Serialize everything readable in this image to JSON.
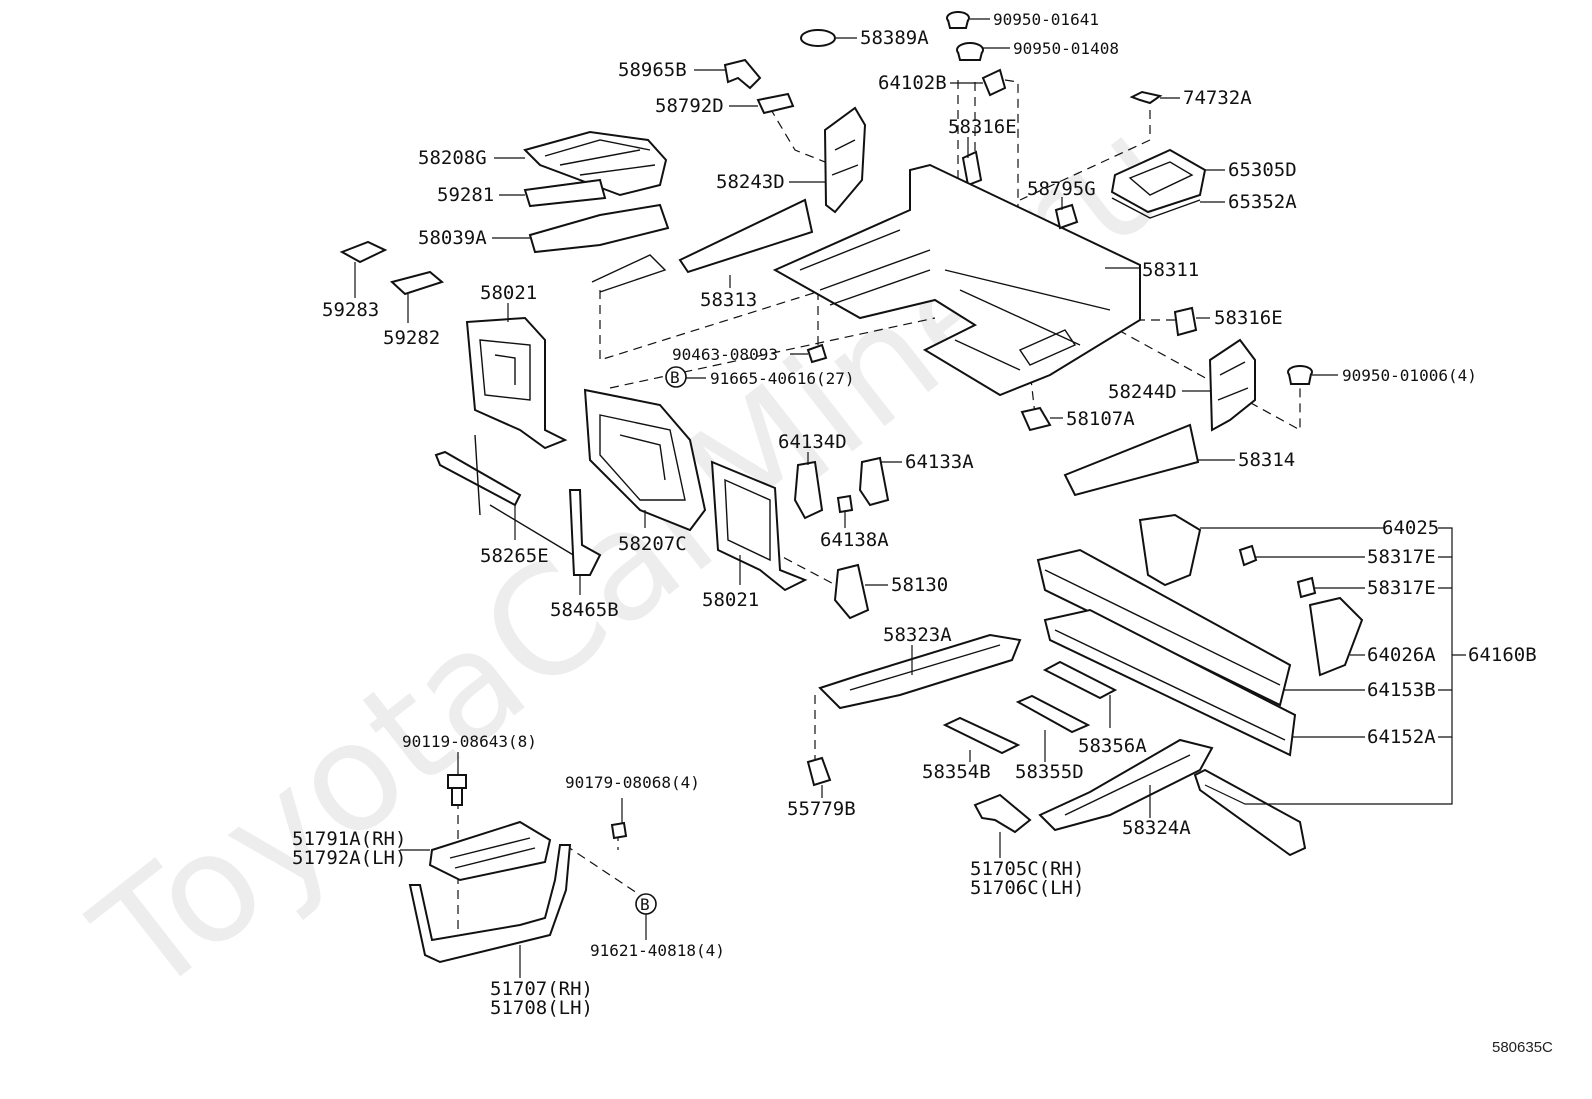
{
  "watermark": "ToyotaCarMine.ru",
  "drawing_code": "580635C",
  "callout_symbol": "B",
  "labels": {
    "p58389A": "58389A",
    "p90950_01641": "90950-01641",
    "p90950_01408": "90950-01408",
    "p58965B": "58965B",
    "p64102B": "64102B",
    "p58792D": "58792D",
    "p74732A": "74732A",
    "p58316E_top": "58316E",
    "p58208G": "58208G",
    "p65305D": "65305D",
    "p58243D": "58243D",
    "p59281": "59281",
    "p58795G": "58795G",
    "p65352A": "65352A",
    "p58039A": "58039A",
    "p58311": "58311",
    "p58021_top": "58021",
    "p59283": "59283",
    "p58313": "58313",
    "p59282": "59282",
    "p58316E_right": "58316E",
    "p90463_08093": "90463-08093",
    "p91665_40616": "91665-40616(27)",
    "p90950_01006": "90950-01006(4)",
    "p58244D": "58244D",
    "p58107A": "58107A",
    "p64134D": "64134D",
    "p64133A": "64133A",
    "p58314": "58314",
    "p64138A": "64138A",
    "p58207C": "58207C",
    "p58265E": "58265E",
    "p64025": "64025",
    "p58317E_a": "58317E",
    "p58130": "58130",
    "p58317E_b": "58317E",
    "p58021_bottom": "58021",
    "p58465B": "58465B",
    "p58323A": "58323A",
    "p64026A": "64026A",
    "p64160B": "64160B",
    "p64153B": "64153B",
    "p58356A": "58356A",
    "p64152A": "64152A",
    "p90119_08643": "90119-08643(8)",
    "p58354B": "58354B",
    "p58355D": "58355D",
    "p90179_08068": "90179-08068(4)",
    "p55779B": "55779B",
    "p58324A": "58324A",
    "p51791A": "51791A(RH)",
    "p51792A": "51792A(LH)",
    "p51705C": "51705C(RH)",
    "p51706C": "51706C(LH)",
    "p91621_40818": "91621-40818(4)",
    "p51707": "51707(RH)",
    "p51708": "51708(LH)"
  }
}
